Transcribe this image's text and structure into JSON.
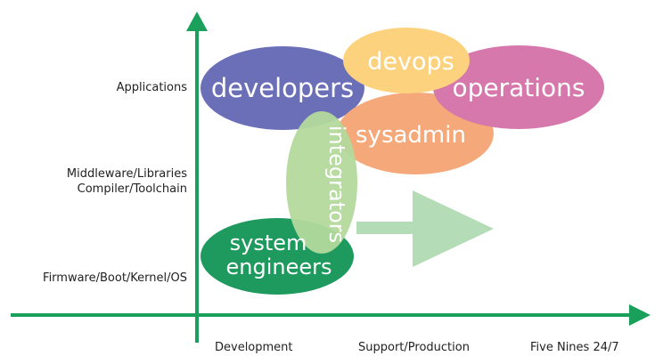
{
  "diagram": {
    "y_axis_labels": {
      "applications": "Applications",
      "middleware": "Middleware/Libraries",
      "compiler": "Compiler/Toolchain",
      "firmware": "Firmware/Boot/Kernel/OS"
    },
    "x_axis_labels": {
      "development": "Development",
      "support": "Support/Production",
      "five_nines": "Five Nines 24/7"
    },
    "roles": {
      "developers": "developers",
      "devops": "devops",
      "operations": "operations",
      "sysadmin": "sysadmin",
      "integrators": "integrators",
      "system_engineers_line1": "system",
      "system_engineers_line2": "engineers"
    },
    "colors": {
      "axis": "#1aa05a",
      "developers": "#6b6fb8",
      "devops": "#fcd27e",
      "operations": "#d678ac",
      "sysadmin": "#f5a97b",
      "integrators": "#b3d99c",
      "system_engineers": "#1e9a5e",
      "arrow": "#b4dcb7"
    }
  }
}
